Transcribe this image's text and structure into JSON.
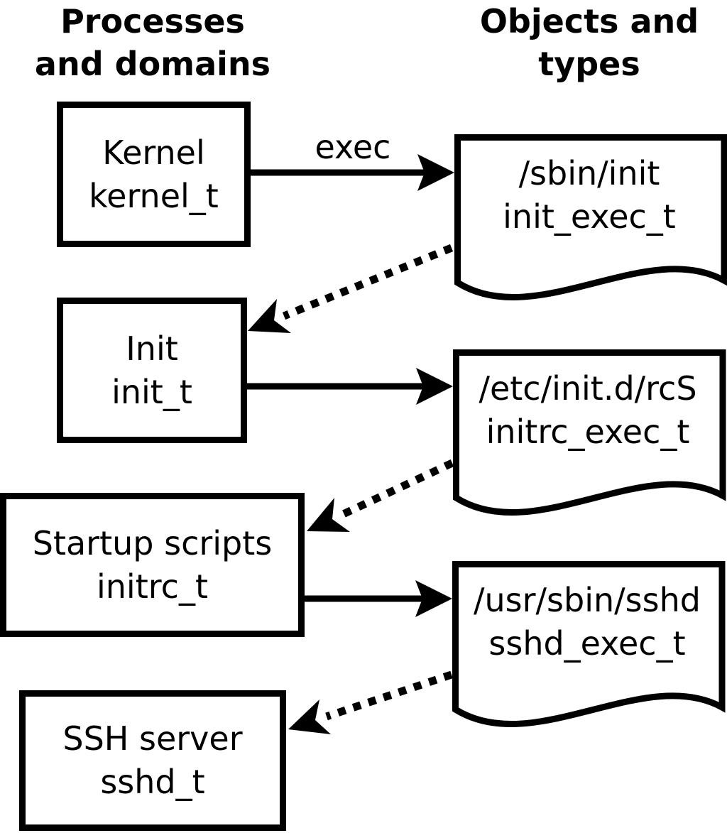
{
  "headers": {
    "left": {
      "line1": "Processes",
      "line2": "and domains"
    },
    "right": {
      "line1": "Objects and",
      "line2": "types"
    }
  },
  "process_nodes": [
    {
      "label": "Kernel",
      "type": "kernel_t"
    },
    {
      "label": "Init",
      "type": "init_t"
    },
    {
      "label": "Startup scripts",
      "type": "initrc_t"
    },
    {
      "label": "SSH server",
      "type": "sshd_t"
    }
  ],
  "object_nodes": [
    {
      "label": "/sbin/init",
      "type": "init_exec_t"
    },
    {
      "label": "/etc/init.d/rcS",
      "type": "initrc_exec_t"
    },
    {
      "label": "/usr/sbin/sshd",
      "type": "sshd_exec_t"
    }
  ],
  "edges": {
    "exec_label": "exec"
  },
  "colors": {
    "ink": "#000000",
    "paper": "#ffffff"
  }
}
